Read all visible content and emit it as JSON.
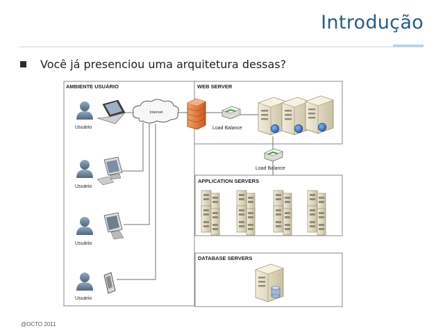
{
  "slide": {
    "title": "Introdução",
    "bullet": "Você já presenciou uma arquitetura dessas?",
    "footer": "@OCTO 2011"
  },
  "diagram": {
    "sections": {
      "user_env": "AMBIENTE USUÁRIO",
      "web_server": "WEB SERVER",
      "app_servers": "APPLICATION SERVERS",
      "db_servers": "DATABASE SERVERS"
    },
    "internet_label": "Internet",
    "load_balance_1": "Load Balance",
    "load_balance_2": "Load Balance",
    "users": [
      "Usuário",
      "Usuário",
      "Usuário",
      "Usuário"
    ],
    "colors": {
      "title": "#1f5e8c",
      "firewall": "#e07a30",
      "server_body": "#ddd6bd",
      "globe": "#2f6fc4",
      "user": "#6f88a6"
    }
  }
}
